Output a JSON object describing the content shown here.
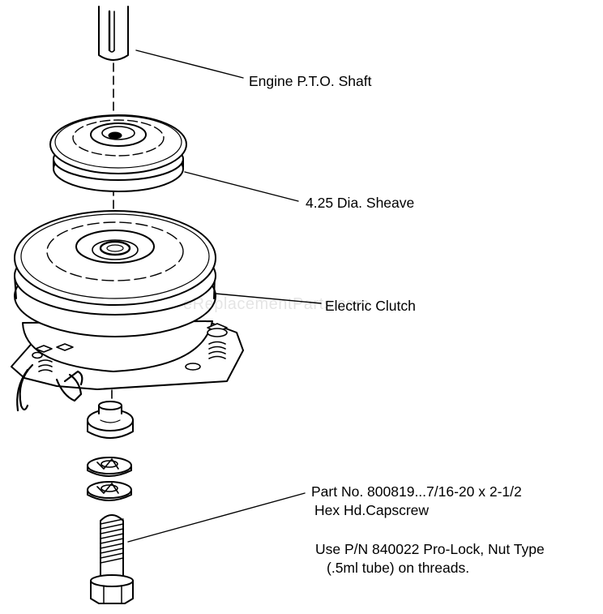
{
  "labels": {
    "shaft": "Engine P.T.O. Shaft",
    "sheave": "4.25 Dia. Sheave",
    "clutch": "Electric Clutch",
    "part_line1": "Part No. 800819...7/16-20 x 2-1/2",
    "part_line2": "Hex Hd.Capscrew",
    "use_line1": "Use P/N 840022 Pro-Lock, Nut Type",
    "use_line2": "(.5ml tube) on threads."
  },
  "watermark": "eReplacementParts.com"
}
